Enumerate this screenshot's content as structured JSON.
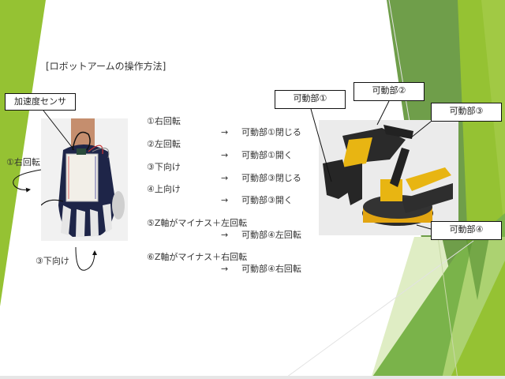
{
  "slide": {
    "title": "[ロボットアームの操作方法]",
    "colors": {
      "green_dark": "#6f9e4a",
      "green_mid": "#7ab34a",
      "green_lime": "#95c233",
      "green_light": "#b9d97a",
      "green_pale": "#dfedc4",
      "background": "#ffffff"
    }
  },
  "glove": {
    "sensor_callout": "加速度センサ",
    "rotate_label": "①右回転",
    "tilt_label": "③下向け",
    "photo_alt": "accelerometer glove"
  },
  "instructions": [
    {
      "gesture": "①右回転",
      "action": "可動部①閉じる"
    },
    {
      "gesture": "②左回転",
      "action": "可動部①開く"
    },
    {
      "gesture": "③下向け",
      "action": "可動部③閉じる"
    },
    {
      "gesture": "④上向け",
      "action": "可動部③開く"
    },
    {
      "gesture": "⑤Z軸がマイナス＋左回転",
      "action": "可動部④左回転"
    },
    {
      "gesture": "⑥Z軸がマイナス＋右回転",
      "action": "可動部④右回転"
    }
  ],
  "arrow_symbol": "→",
  "robot": {
    "photo_alt": "robot arm",
    "callouts": [
      "可動部①",
      "可動部②",
      "可動部③",
      "可動部④"
    ]
  }
}
